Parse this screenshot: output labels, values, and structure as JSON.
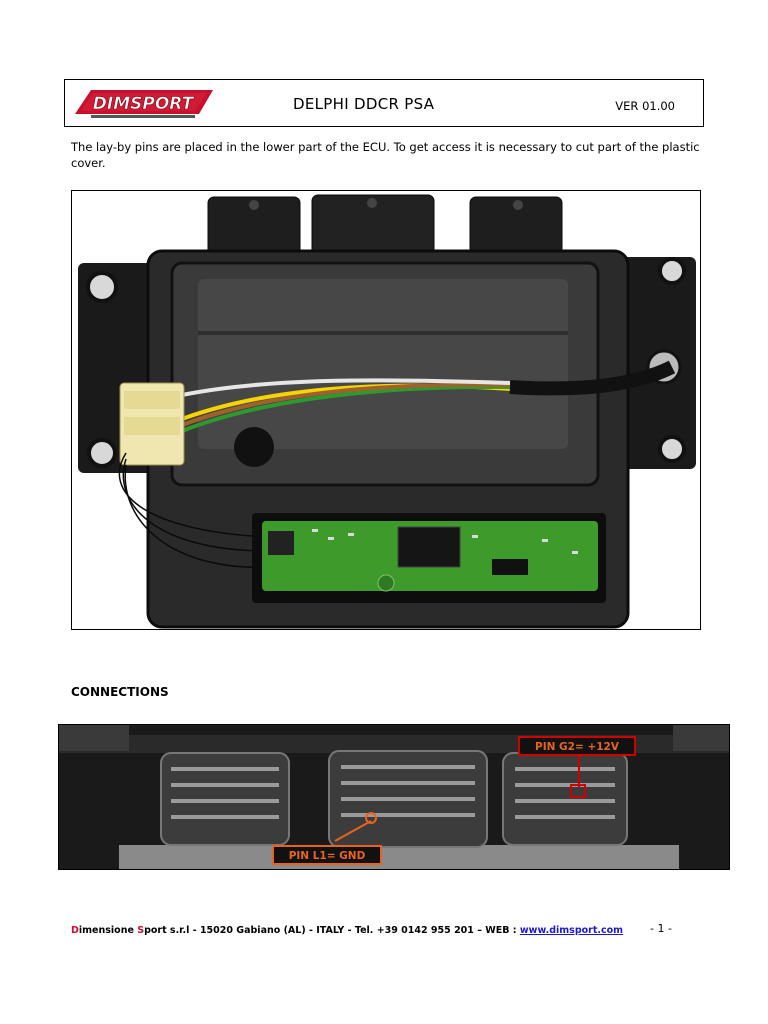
{
  "header": {
    "logo_text": "DIMSPORT",
    "title": "DELPHI DDCR PSA",
    "version": "VER 01.00"
  },
  "intro_text": "The lay-by pins are placed in the lower part of the ECU. To get access it is necessary to cut part of the plastic cover.",
  "section_heading": "CONNECTIONS",
  "connectors": {
    "pin_g2_label": "PIN G2= +12V",
    "pin_l1_label": "PIN L1= GND"
  },
  "footer": {
    "company_d": "D",
    "company_rest1": "imensione ",
    "company_s": "S",
    "company_rest2": "port s.r.l - 15020 Gabiano (AL) - ITALY - Tel. +39 0142 955 201 – WEB : ",
    "website": "www.dimsport.com",
    "page_number": "- 1 -"
  },
  "colors": {
    "brand_red": "#c8102e",
    "callout_orange": "#e8641e",
    "callout_red": "#d00000",
    "link_blue": "#1a1ad6",
    "pcb_green": "#3f9a2c"
  }
}
